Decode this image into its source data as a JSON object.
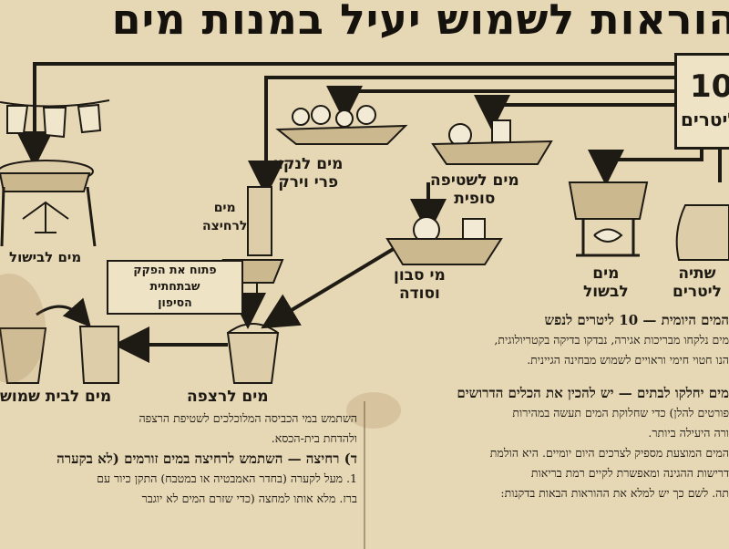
{
  "title": "הוראות לשמוש יעיל במנות מים",
  "supply": {
    "amount": "10",
    "unit": "ליטרים"
  },
  "labels": {
    "fruit": [
      "מים לנקוי",
      "פרי וירק"
    ],
    "dish_rinse": [
      "מים לשטיפה",
      "סופית"
    ],
    "soap": [
      "מי סבון",
      "וסודה"
    ],
    "cooking": [
      "מים",
      "לבשול"
    ],
    "drinking": [
      "שתיה",
      "ליטרים"
    ],
    "cooking_small": "מים לבישול",
    "handwash": [
      "מים",
      "לרחיצה"
    ],
    "siphon": [
      "פתוח את הפקק",
      "שבתחתית",
      "הסיפון"
    ],
    "floor": "מים לרצפה",
    "toilet": "מים לבית שמוש"
  },
  "body_left": [
    "השתמש במי הכביסה המלוכלכים לשטיפת הרצפה",
    "ולהדחת בית-הכסא.",
    "ד) רחיצה — השתמש לרחיצה במים זורמים (לא בקערה",
    "1. מעל לקערה (בחדר האמבטיה או במטבח) התקן כיור עם",
    "ברז. מלא אותו למחצה (כדי שזרם המים לא יוגבר"
  ],
  "body_right": [
    "המים היומית — 10 ליטרים לנפש",
    "מים נלקחו מבריכות אגירה, נבדקו בדיקה בקטריולוגית,",
    "הנו חטוי חימי וראויים לשמוש מבחינה הגיינית.",
    "מים יחלקו לבתים — יש להכין את הכלים הדרושים",
    "פורטים להלן) כדי שחלוקת המים תעשה במהירות",
    "ורה היעילה ביותר.",
    "המים המוצעת מספיק לצרכים היום יומיים. היא הולמת",
    "דרישות ההגינה ומאפשרת לקיים רמת בריאות",
    "תה. לשם כך יש למלא את ההוראות הבאות בדקנות:"
  ]
}
